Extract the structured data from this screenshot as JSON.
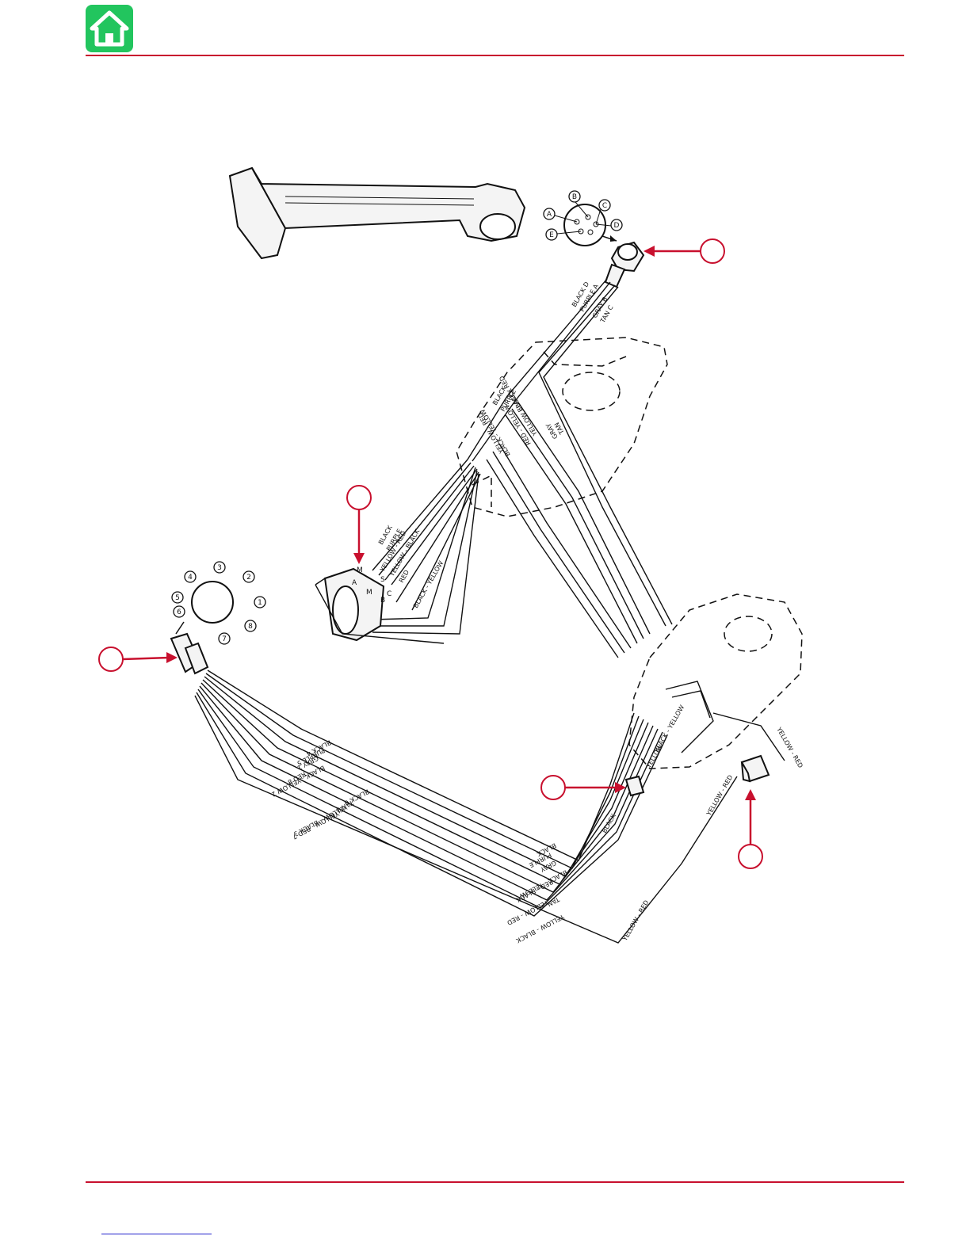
{
  "header": {
    "home_icon": "home-icon",
    "accent_color": "#c8102e",
    "home_color": "#22c55e"
  },
  "connector_top": {
    "pins": [
      "A",
      "B",
      "C",
      "D",
      "E"
    ]
  },
  "connector_left": {
    "pins": [
      "1",
      "2",
      "3",
      "4",
      "5",
      "6",
      "7",
      "8"
    ]
  },
  "wires_top": {
    "black_d": "BLACK D",
    "purple_a": "PURPLE A",
    "gray_b": "GRAY B",
    "tan_c": "TAN C",
    "black": "BLACK",
    "purple": "PURPLE",
    "gray": "GRAY",
    "tan": "TAN",
    "black_red": "BLACK - RED",
    "yellow_black": "YELLOW - BLACK",
    "red_yellow": "RED - YELLOW",
    "black_yellow": "BLACK - YELLOW",
    "yellow_red": "YELLOW - RED"
  },
  "wires_mid": {
    "black": "BLACK",
    "purple": "PURPLE",
    "yellow_red": "YELLOW - RED",
    "yellow_black": "YELLOW - BLACK",
    "red": "RED",
    "black_yellow": "BLACK - YELLOW",
    "switch_terminals": [
      "M",
      "S",
      "M",
      "B",
      "C",
      "A"
    ]
  },
  "wires_bottom": {
    "black_4": "BLACK 4",
    "purple_5": "PURPLE 5",
    "gray_1": "GRAY 1",
    "black_yellow_2": "BLACK - YELLOW 2",
    "red_8": "RED 8",
    "black_6": "BLACK 6",
    "yellow_black_3": "YELLOW - BLACK 3",
    "tan_3": "TAN 3",
    "yellow_red_7": "YELLOW - RED 7",
    "black": "BLACK",
    "purple": "PURPLE",
    "black_yellow": "BLACK - YELLOW",
    "gray": "GRAY",
    "red_black": "RED - BLACK",
    "tan": "TAN",
    "yellow_red": "YELLOW - RED",
    "yellow_black": "YELLOW - BLACK",
    "yellow": "YELLOW",
    "black_yellow_short": "BLACK - YELLOW"
  },
  "wires_right": {
    "yellow_red": "YELLOW - RED",
    "black_yellow": "BLACK - YELLOW"
  }
}
